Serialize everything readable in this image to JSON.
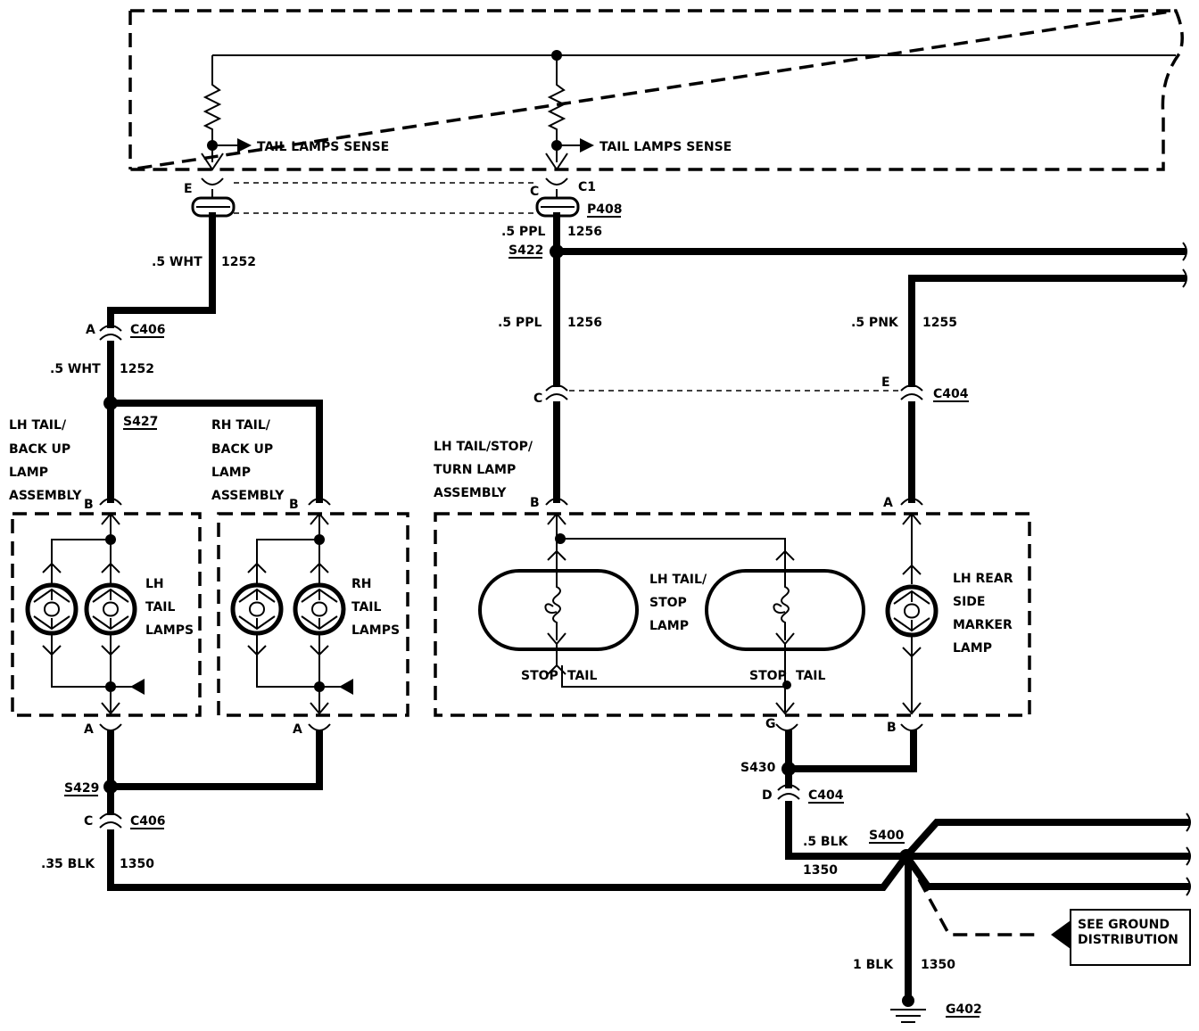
{
  "pcm": {
    "sense_left": "TAIL LAMPS SENSE",
    "sense_right": "TAIL LAMPS SENSE"
  },
  "connectors": {
    "p408_left_pin": "E",
    "p408_right_pin": "C",
    "c1": "C1",
    "p408": "P408",
    "c406_top_pin": "A",
    "c406_top": "C406",
    "c406_bottom_pin": "C",
    "c406_bottom": "C406",
    "c404_top_pin_c": "C",
    "c404_top_pin_e": "E",
    "c404_top": "C404",
    "c404_bottom_pin": "D",
    "c404_bottom": "C404",
    "lh_tail_pin_b": "B",
    "lh_tail_pin_a": "A",
    "rh_tail_pin_b": "B",
    "rh_tail_pin_a": "A",
    "stop_pin_b": "B",
    "stop_pin_g": "G",
    "marker_pin_a": "A",
    "marker_pin_b": "B"
  },
  "wires": {
    "w1252_top_gauge": ".5 WHT",
    "w1252_top_num": "1252",
    "w1252_mid_gauge": ".5 WHT",
    "w1252_mid_num": "1252",
    "w1256_top_gauge": ".5 PPL",
    "w1256_top_num": "1256",
    "w1256_mid_gauge": ".5 PPL",
    "w1256_mid_num": "1256",
    "w1255_gauge": ".5 PNK",
    "w1255_num": "1255",
    "w1350_left_gauge": ".35 BLK",
    "w1350_left_num": "1350",
    "w1350_right_gauge": ".5 BLK",
    "w1350_right_num": "1350",
    "w1350_ground_gauge": "1 BLK",
    "w1350_ground_num": "1350"
  },
  "splices": {
    "s422": "S422",
    "s427": "S427",
    "s429": "S429",
    "s430": "S430",
    "s400": "S400"
  },
  "ground": {
    "g402": "G402",
    "see_line1": "SEE GROUND",
    "see_line2": "DISTRIBUTION"
  },
  "components": {
    "lh_backup_assembly": [
      "LH TAIL/",
      "BACK UP",
      "LAMP",
      "ASSEMBLY"
    ],
    "rh_backup_assembly": [
      "RH TAIL/",
      "BACK UP",
      "LAMP",
      "ASSEMBLY"
    ],
    "lh_stop_assembly": [
      "LH TAIL/STOP/",
      "TURN LAMP",
      "ASSEMBLY"
    ],
    "lh_tail_lamps": [
      "LH",
      "TAIL",
      "LAMPS"
    ],
    "rh_tail_lamps": [
      "RH",
      "TAIL",
      "LAMPS"
    ],
    "lh_tail_stop_lamp": [
      "LH TAIL/",
      "STOP",
      "LAMP"
    ],
    "lh_rear_side_marker": [
      "LH REAR",
      "SIDE",
      "MARKER",
      "LAMP"
    ],
    "stop_label_1": "STOP",
    "tail_label_1": "TAIL",
    "stop_label_2": "STOP",
    "tail_label_2": "TAIL"
  }
}
